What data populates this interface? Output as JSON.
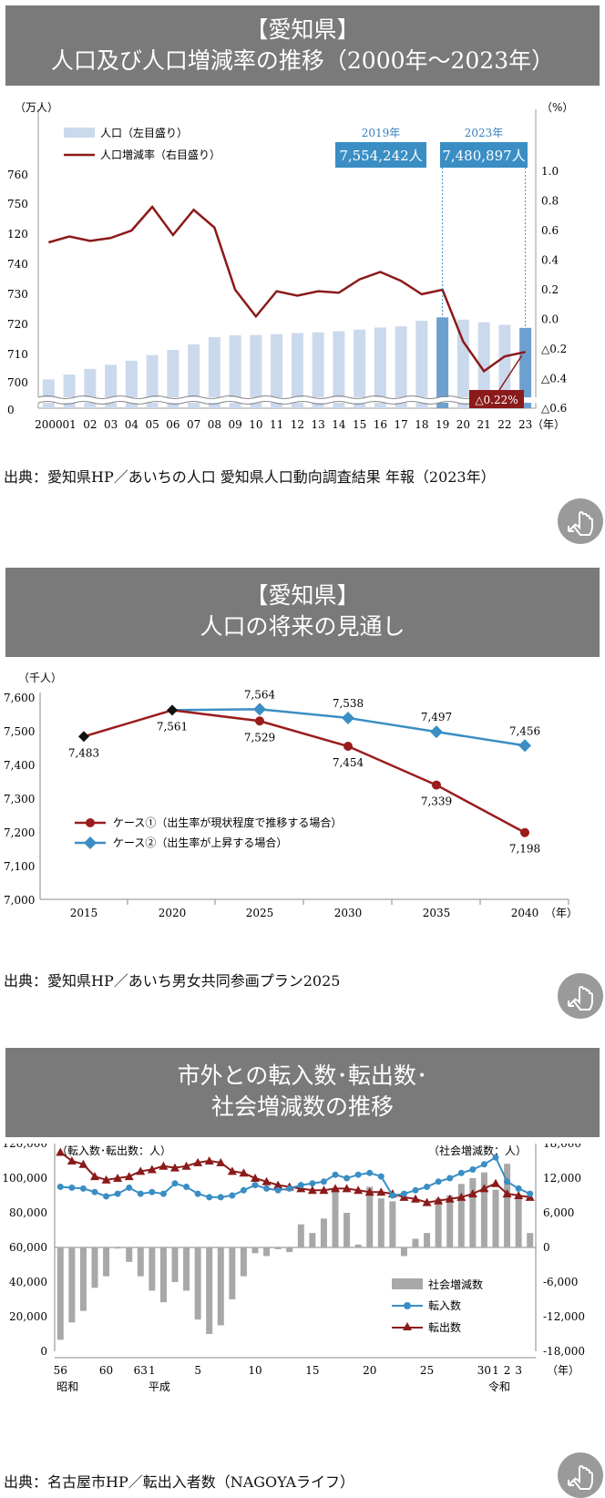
{
  "icons": {
    "zoom": "zoom-hand-icon"
  },
  "colors": {
    "banner": "#7a7a7a",
    "bar": "#cbd9ec",
    "bar_highlight": "#6ea0cf",
    "rate_line": "#8b1a1a",
    "case1": "#9b1c1c",
    "case2": "#3a8ec4",
    "social_bar": "#a8a8a8",
    "inflow": "#3a8ec4",
    "outflow": "#8b1a1a"
  },
  "section1": {
    "title_line1": "【愛知県】",
    "title_line2": "人口及び人口増減率の推移（2000年～2023年）",
    "source": "出典：愛知県HP／あいちの人口 愛知県人口動向調査結果 年報（2023年）"
  },
  "section2": {
    "title_line1": "【愛知県】",
    "title_line2": "人口の将来の見通し",
    "source": "出典：愛知県HP／あいち男女共同参画プラン2025"
  },
  "section3": {
    "title_line1": "市外との転入数･転出数･",
    "title_line2": "社会増減数の推移",
    "source": "出典：名古屋市HP／転出入者数（NAGOYAライフ）"
  },
  "chart_data": [
    {
      "type": "bar",
      "left_unit": "（万人）",
      "right_unit": "（%）",
      "year_unit": "（年）",
      "left_ticks": [
        "760",
        "750",
        "120",
        "740",
        "730",
        "720",
        "710",
        "700",
        "0"
      ],
      "right_ticks": [
        "1.0",
        "0.8",
        "0.6",
        "0.4",
        "0.2",
        "0.0",
        "△0.2",
        "△0.4",
        "△0.6"
      ],
      "categories": [
        "2000",
        "01",
        "02",
        "03",
        "04",
        "05",
        "06",
        "07",
        "08",
        "09",
        "10",
        "11",
        "12",
        "13",
        "14",
        "15",
        "16",
        "17",
        "18",
        "19",
        "20",
        "21",
        "22",
        "23"
      ],
      "ylim": [
        700,
        760
      ],
      "y2lim": [
        -0.6,
        1.0
      ],
      "series": [
        {
          "name": "人口（左目盛り）",
          "type": "bar",
          "values": [
            704.3,
            705.6,
            707.1,
            708.2,
            709.3,
            710.8,
            712.2,
            713.7,
            715.6,
            716.1,
            716.2,
            716.4,
            716.7,
            716.9,
            717.2,
            717.6,
            718.2,
            718.5,
            720.0,
            720.9,
            720.3,
            719.6,
            718.9,
            718.1
          ]
        },
        {
          "name": "人口増減率（右目盛り）",
          "type": "line",
          "values": [
            0.52,
            0.56,
            0.53,
            0.55,
            0.6,
            0.76,
            0.57,
            0.74,
            0.62,
            0.2,
            0.02,
            0.19,
            0.16,
            0.19,
            0.18,
            0.27,
            0.32,
            0.26,
            0.17,
            0.2,
            -0.15,
            -0.35,
            -0.25,
            -0.22
          ]
        }
      ],
      "callouts": [
        {
          "year": "2019年",
          "value": "7,554,242人"
        },
        {
          "year": "2023年",
          "value": "7,480,897人"
        }
      ],
      "rate_callout": "△0.22%"
    },
    {
      "type": "line",
      "unit": "（千人）",
      "year_unit": "（年）",
      "x": [
        "2015",
        "2020",
        "2025",
        "2030",
        "2035",
        "2040"
      ],
      "ylim": [
        7000,
        7600
      ],
      "y_ticks": [
        "7,600",
        "7,500",
        "7,400",
        "7,300",
        "7,200",
        "7,100",
        "7,000"
      ],
      "series": [
        {
          "name": "ケース①（出生率が現状程度で推移する場合）",
          "values": [
            7483,
            7561,
            7529,
            7454,
            7339,
            7198
          ],
          "labels": [
            "7,483",
            "7,561",
            "7,529",
            "7,454",
            "7,339",
            "7,198"
          ]
        },
        {
          "name": "ケース②（出生率が上昇する場合）",
          "values": [
            7483,
            7561,
            7564,
            7538,
            7497,
            7456
          ],
          "labels": [
            "",
            "",
            "7,564",
            "7,538",
            "7,497",
            "7,456"
          ]
        }
      ]
    },
    {
      "type": "bar",
      "left_unit": "（転入数･転出数：人）",
      "right_unit": "（社会増減数：人）",
      "year_unit": "（年）",
      "left_ticks": [
        "120,000",
        "100,000",
        "80,000",
        "60,000",
        "40,000",
        "20,000",
        "0"
      ],
      "right_ticks": [
        "18,000",
        "12,000",
        "6,000",
        "0",
        "-6,000",
        "-12,000",
        "-18,000"
      ],
      "x_tick_labels": [
        {
          "i": 0,
          "label": "56"
        },
        {
          "i": 4,
          "label": "60"
        },
        {
          "i": 7,
          "label": "63"
        },
        {
          "i": 8,
          "label": "1"
        },
        {
          "i": 12,
          "label": "5"
        },
        {
          "i": 17,
          "label": "10"
        },
        {
          "i": 22,
          "label": "15"
        },
        {
          "i": 27,
          "label": "20"
        },
        {
          "i": 32,
          "label": "25"
        },
        {
          "i": 37,
          "label": "30"
        },
        {
          "i": 38,
          "label": "1"
        },
        {
          "i": 39,
          "label": "2"
        },
        {
          "i": 40,
          "label": "3"
        }
      ],
      "era_labels": [
        {
          "i": 0,
          "label": "昭和"
        },
        {
          "i": 8,
          "label": "平成"
        },
        {
          "i": 38,
          "label": "令和"
        }
      ],
      "series": [
        {
          "name": "社会増減数",
          "type": "bar",
          "values": [
            -16000,
            -13000,
            -11000,
            -7000,
            -5000,
            -200,
            -2500,
            -5000,
            -7500,
            -9500,
            -6000,
            -7500,
            -12500,
            -15000,
            -13500,
            -9000,
            -5000,
            -1000,
            -1500,
            -300,
            -800,
            4000,
            2500,
            5000,
            10000,
            6000,
            500,
            10500,
            8500,
            8000,
            -1500,
            1500,
            2500,
            8500,
            9000,
            11000,
            12000,
            13000,
            10000,
            14500,
            9000,
            2500
          ]
        },
        {
          "name": "転入数",
          "type": "line",
          "values": [
            95000,
            94500,
            94000,
            92000,
            89500,
            91000,
            94500,
            91000,
            92000,
            91000,
            97000,
            95000,
            91000,
            89000,
            89000,
            90000,
            93000,
            96000,
            94000,
            93000,
            94000,
            96000,
            97000,
            98000,
            102000,
            100000,
            102000,
            103000,
            101000,
            90000,
            91000,
            93000,
            95000,
            98000,
            100000,
            103000,
            105000,
            108000,
            112000,
            98000,
            94000,
            91000
          ]
        },
        {
          "name": "転出数",
          "type": "line",
          "values": [
            115000,
            110000,
            108000,
            101000,
            99000,
            100000,
            101000,
            104000,
            105000,
            107000,
            106000,
            107000,
            109000,
            110000,
            109000,
            104000,
            103000,
            100000,
            98000,
            96000,
            95000,
            94000,
            93000,
            93000,
            94000,
            94000,
            93000,
            92000,
            92000,
            91000,
            89000,
            88000,
            86000,
            87000,
            88000,
            89000,
            91000,
            94000,
            97000,
            91000,
            90000,
            89000
          ]
        }
      ]
    }
  ]
}
